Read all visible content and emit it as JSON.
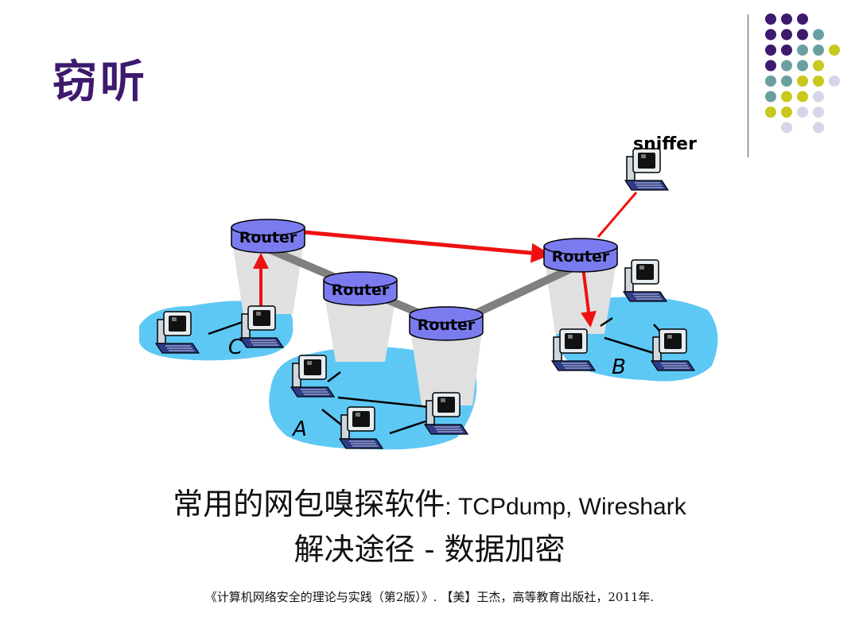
{
  "slide": {
    "title": "窃听",
    "line1_cn": "常用的网包嗅探软件",
    "line1_tools": ": TCPdump, Wireshark",
    "line2": "解决途径 - 数据加密",
    "citation": "《计算机网络安全的理论与实践（第2版）》. 【美】王杰，高等教育出版社，2011年."
  },
  "diagram": {
    "router_label": "Router",
    "sniffer_label": "sniffer",
    "network_a": "A",
    "network_b": "B",
    "network_c": "C"
  },
  "colors": {
    "title": "#3d1a6e",
    "router_fill": "#7b7bf0",
    "lan_fill": "#5ec8f5",
    "link_gray": "#808080",
    "arrow_red": "#ee1111",
    "dot_purple": "#3d1a6e",
    "dot_teal": "#6a9fa0",
    "dot_yellow": "#c8c81e",
    "dot_lavender": "#d6d6ea"
  }
}
